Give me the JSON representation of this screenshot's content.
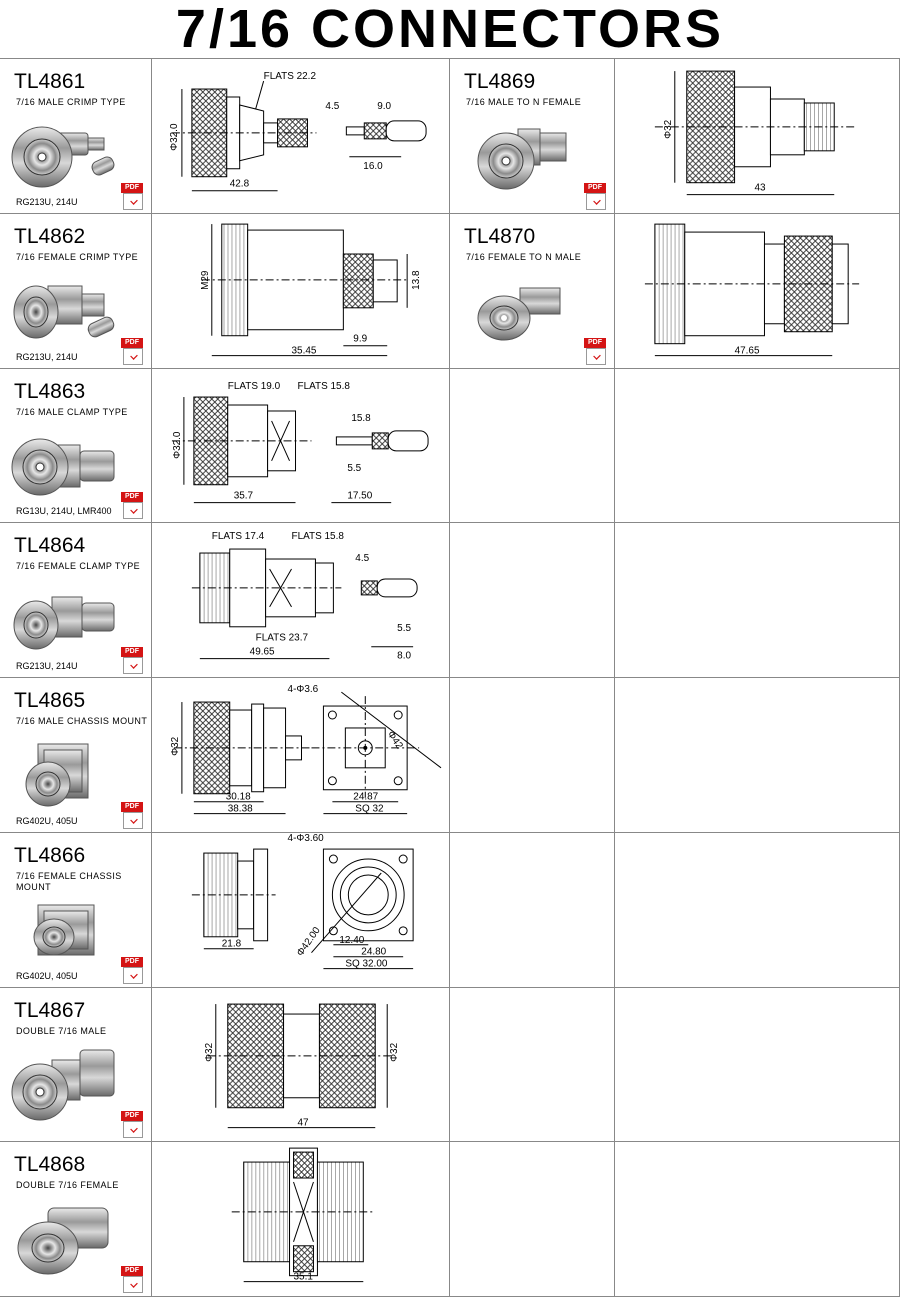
{
  "title": "7/16  CONNECTORS",
  "pdf_label": "PDF",
  "products": [
    {
      "code": "TL4861",
      "desc": "7/16 MALE CRIMP TYPE",
      "cable": "RG213U, 214U",
      "dims": {
        "flats": "FLATS 22.2",
        "dia": "Φ32.0",
        "len": "42.8",
        "a": "4.5",
        "b": "9.0",
        "c": "16.0"
      }
    },
    {
      "code": "TL4862",
      "desc": "7/16 FEMALE CRIMP TYPE",
      "cable": "RG213U, 214U",
      "dims": {
        "thread": "M29",
        "h": "13.8",
        "a": "9.9",
        "len": "35.45"
      }
    },
    {
      "code": "TL4863",
      "desc": "7/16 MALE CLAMP TYPE",
      "cable": "RG13U, 214U, LMR400",
      "dims": {
        "f1": "FLATS 19.0",
        "f2": "FLATS 15.8",
        "dia": "Φ32.0",
        "len": "35.7",
        "a": "15.8",
        "b": "5.5",
        "c": "17.50"
      }
    },
    {
      "code": "TL4864",
      "desc": "7/16 FEMALE CLAMP TYPE",
      "cable": "RG213U, 214U",
      "dims": {
        "f1": "FLATS 17.4",
        "f2": "FLATS 15.8",
        "f3": "FLATS 23.7",
        "len": "49.65",
        "a": "4.5",
        "b": "5.5",
        "c": "8.0"
      }
    },
    {
      "code": "TL4865",
      "desc": "7/16 MALE CHASSIS MOUNT",
      "cable": "RG402U, 405U",
      "dims": {
        "holes": "4-Φ3.6",
        "dia": "Φ32",
        "diag": "Φ42",
        "l1": "30.18",
        "l2": "38.38",
        "w": "24.87",
        "sq": "SQ 32"
      }
    },
    {
      "code": "TL4866",
      "desc": "7/16 FEMALE CHASSIS MOUNT",
      "cable": "RG402U, 405U",
      "dims": {
        "holes": "4-Φ3.60",
        "len": "21.8",
        "diag": "Φ42.00",
        "a": "12.40",
        "b": "24.80",
        "sq": "SQ 32.00"
      }
    },
    {
      "code": "TL4867",
      "desc": "DOUBLE 7/16 MALE",
      "cable": "",
      "dims": {
        "d1": "Φ32",
        "d2": "Φ32",
        "len": "47"
      }
    },
    {
      "code": "TL4868",
      "desc": "DOUBLE 7/16 FEMALE",
      "cable": "",
      "dims": {
        "len": "35.1"
      }
    },
    {
      "code": "TL4869",
      "desc": "7/16 MALE TO N FEMALE",
      "cable": "",
      "dims": {
        "dia": "Φ32",
        "len": "43"
      }
    },
    {
      "code": "TL4870",
      "desc": "7/16 FEMALE TO N MALE",
      "cable": "",
      "dims": {
        "len": "47.65"
      }
    }
  ]
}
